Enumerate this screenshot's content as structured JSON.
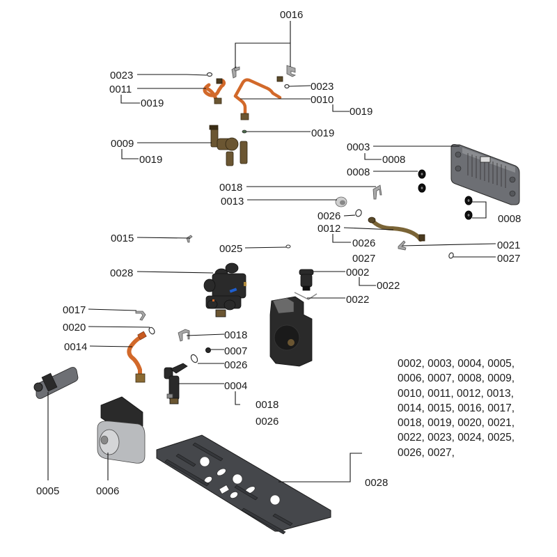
{
  "title": "Hydraulic assembly exploded parts diagram",
  "callouts": {
    "c0016": "0016",
    "c0023a": "0023",
    "c0011": "0011",
    "c0019a": "0019",
    "c0023b": "0023",
    "c0010": "0010",
    "c0019b": "0019",
    "c0019c": "0019",
    "c0009": "0009",
    "c0019d": "0019",
    "c0003": "0003",
    "c0008a": "0008",
    "c0008b": "0008",
    "c0018a": "0018",
    "c0013": "0013",
    "c0008c": "0008",
    "c0026a": "0026",
    "c0012": "0012",
    "c0015": "0015",
    "c0025": "0025",
    "c0026b": "0026",
    "c0021": "0021",
    "c0027a": "0027",
    "c0027b": "0027",
    "c0028a": "0028",
    "c0002": "0002",
    "c0022a": "0022",
    "c0022b": "0022",
    "c0017": "0017",
    "c0020": "0020",
    "c0018b": "0018",
    "c0014": "0014",
    "c0007": "0007",
    "c0026c": "0026",
    "c0004": "0004",
    "c0018c": "0018",
    "c0026d": "0026",
    "c0005": "0005",
    "c0006": "0006",
    "c0028b": "0028"
  },
  "kit_list": [
    "0002, 0003, 0004, 0005,",
    "0006, 0007, 0008, 0009,",
    "0010, 0011, 0012, 0013,",
    "0014, 0015, 0016, 0017,",
    "0018, 0019, 0020, 0021,",
    "0022, 0023, 0024, 0025,",
    "0026, 0027,"
  ],
  "colors": {
    "copper": "#d2692a",
    "brass": "#6b5632",
    "dark_part": "#2a2a2a",
    "grey_part": "#7a7c80",
    "plate": "#45474b",
    "clip": "#9a9a9a",
    "accent_blue": "#1e5fd0"
  }
}
